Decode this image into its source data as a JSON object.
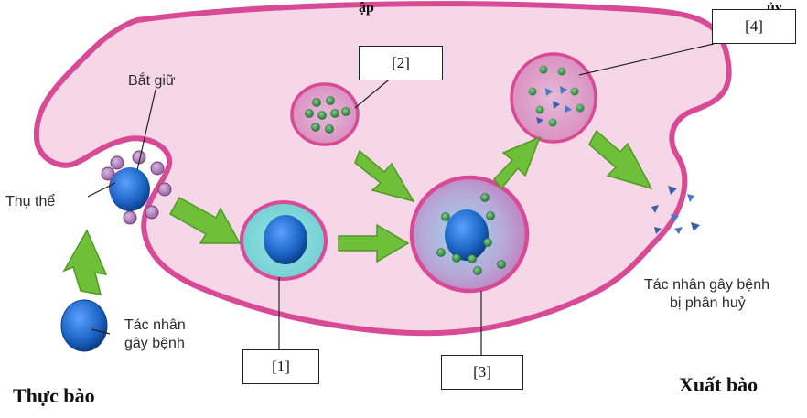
{
  "caption_top": "ập",
  "caption_top_right": "ủy",
  "labels": {
    "bat_giu": "Bắt giữ",
    "thu_the": "Thụ thể",
    "tac_nhan_line1": "Tác nhân",
    "tac_nhan_line2": "gây bệnh",
    "phan_huy_line1": "Tác nhân gây bệnh",
    "phan_huy_line2": "bị phân huỷ"
  },
  "boxes": [
    "[1]",
    "[2]",
    "[3]",
    "[4]"
  ],
  "headings": {
    "left": "Thực bào",
    "right": "Xuất bào"
  },
  "colors": {
    "cell_fill": "#f6d7e8",
    "cell_border": "#d94a96",
    "arrow": "#6fbf3a",
    "pathogen": "#1b64c4",
    "enzyme": "#3e9c52"
  }
}
